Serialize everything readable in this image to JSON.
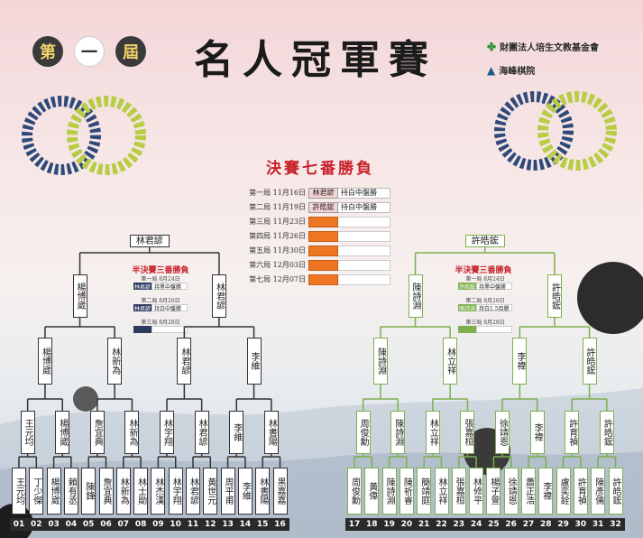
{
  "header": {
    "edition": [
      "第",
      "一",
      "屆"
    ],
    "title": "名人冠軍賽",
    "sponsors": [
      {
        "name": "財團法人培生文教基金會",
        "icon": "clover-icon"
      },
      {
        "name": "海峰棋院",
        "icon": "mountain-icon"
      }
    ]
  },
  "finals": {
    "title": "決賽七番勝負",
    "games": [
      {
        "label": "第一局 11月16日",
        "winner": "林君諺",
        "result": "持白中盤勝"
      },
      {
        "label": "第二局 11月19日",
        "winner": "許皓鋐",
        "result": "持白中盤勝"
      },
      {
        "label": "第三局 11月23日",
        "winner": "",
        "result": ""
      },
      {
        "label": "第四局 11月26日",
        "winner": "",
        "result": ""
      },
      {
        "label": "第五局 11月30日",
        "winner": "",
        "result": ""
      },
      {
        "label": "第六局 12月03日",
        "winner": "",
        "result": ""
      },
      {
        "label": "第七局 12月07日",
        "winner": "",
        "result": ""
      }
    ]
  },
  "left_semi": {
    "title": "半決賽三番勝負",
    "games": [
      {
        "label": "第一局 8月24日",
        "winner": "林君諺",
        "result": "持黑中盤勝"
      },
      {
        "label": "第二局 8月26日",
        "winner": "林君諺",
        "result": "持白中盤勝"
      },
      {
        "label": "第三局 8月28日",
        "winner": "",
        "result": ""
      }
    ]
  },
  "right_semi": {
    "title": "半決賽三番勝負",
    "games": [
      {
        "label": "第一局 8月24日",
        "winner": "許皓鋐",
        "result": "持黑中盤勝"
      },
      {
        "label": "第二局 8月26日",
        "winner": "陳詩淵",
        "result": "持白1.5目勝"
      },
      {
        "label": "第三局 8月28日",
        "winner": "",
        "result": ""
      }
    ]
  },
  "bracket": {
    "champions_left": "林君諺",
    "champions_right": "許皓鋐",
    "semi": [
      "楊博崴",
      "林君諺",
      "陳詩淵",
      "許皓鋐"
    ],
    "qf": [
      "楊博崴",
      "林新為",
      "林君諺",
      "李維",
      "陳詩淵",
      "林立祥",
      "李禕",
      "許皓鋐"
    ],
    "r16": [
      "王元均",
      "楊博崴",
      "詹宜典",
      "林新為",
      "林宇翔",
      "林君諺",
      "李維",
      "林書陽",
      "周俊勳",
      "陳詩淵",
      "林立祥",
      "張嘉桓",
      "徐靖恩",
      "李禕",
      "許育禎",
      "許皓鋐"
    ],
    "r32": [
      "王元均",
      "丁少傑",
      "楊博崴",
      "賴有丞",
      "陳鋒",
      "詹宜典",
      "林新為",
      "林士勛",
      "林杰漢",
      "林宇翔",
      "林君諺",
      "黃世元",
      "周平甫",
      "李維",
      "林書陽",
      "黑嘉嘉",
      "周俊勳",
      "黃偉",
      "陳詩淵",
      "陳祈睿",
      "簡靖庭",
      "林立祥",
      "張嘉桓",
      "林修平",
      "楊子萱",
      "徐靖恩",
      "蕭正浩",
      "李禕",
      "盧奕銓",
      "許育禎",
      "陳彥儒",
      "許皓鋐"
    ],
    "numbers": [
      "01",
      "02",
      "03",
      "04",
      "05",
      "06",
      "07",
      "08",
      "09",
      "10",
      "11",
      "12",
      "13",
      "14",
      "15",
      "16",
      "17",
      "18",
      "19",
      "20",
      "21",
      "22",
      "23",
      "24",
      "25",
      "26",
      "27",
      "28",
      "29",
      "30",
      "31",
      "32"
    ]
  },
  "colors": {
    "left_line": "#333333",
    "right_line": "#7db04d",
    "finals_red": "#c8202a",
    "pending_orange": "#ee7622",
    "left_badge": "#2d3a5f",
    "right_badge": "#7db04d",
    "number_bg": "#2a2a2a"
  }
}
